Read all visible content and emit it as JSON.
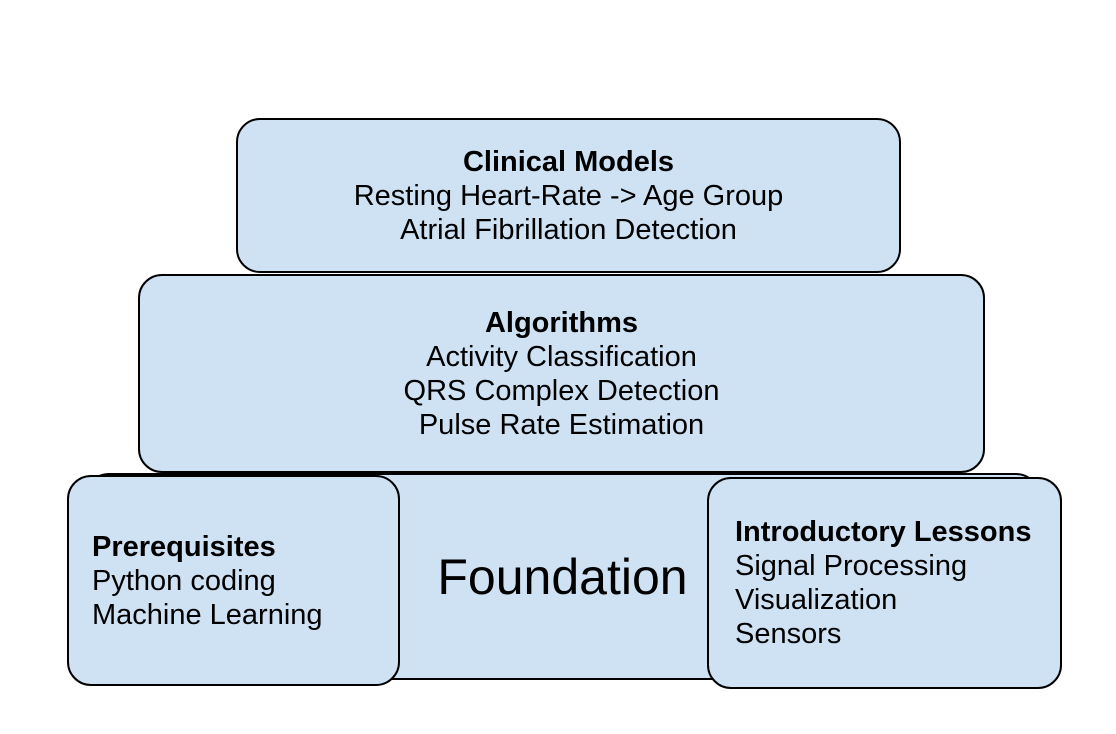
{
  "colors": {
    "box_fill": "#cfe2f3",
    "box_border": "#000000",
    "text": "#000000",
    "background": "#ffffff"
  },
  "diagram": {
    "clinical_models": {
      "title": "Clinical Models",
      "items": [
        "Resting Heart-Rate -> Age Group",
        "Atrial Fibrillation Detection"
      ]
    },
    "algorithms": {
      "title": "Algorithms",
      "items": [
        "Activity Classification",
        "QRS Complex Detection",
        "Pulse Rate Estimation"
      ]
    },
    "foundation": {
      "label": "Foundation"
    },
    "prerequisites": {
      "title": "Prerequisites",
      "items": [
        "Python coding",
        "Machine Learning"
      ]
    },
    "introductory_lessons": {
      "title": "Introductory Lessons",
      "items": [
        "Signal Processing",
        "Visualization",
        "Sensors"
      ]
    }
  }
}
